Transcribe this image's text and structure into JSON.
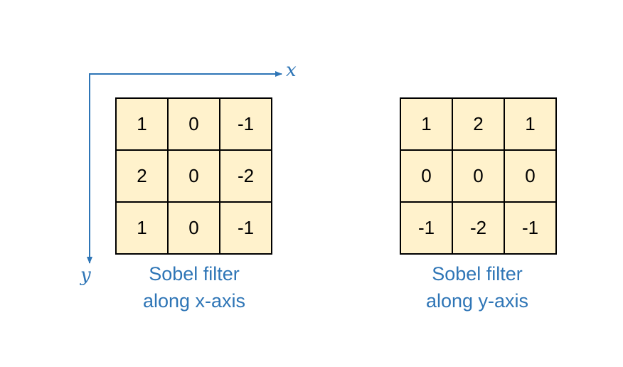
{
  "axes": {
    "x_label": "x",
    "y_label": "y",
    "color": "#2e75b6"
  },
  "filters": [
    {
      "caption_line1": "Sobel filter",
      "caption_line2": "along x-axis",
      "cells": [
        [
          "1",
          "0",
          "-1"
        ],
        [
          "2",
          "0",
          "-2"
        ],
        [
          "1",
          "0",
          "-1"
        ]
      ]
    },
    {
      "caption_line1": "Sobel filter",
      "caption_line2": "along y-axis",
      "cells": [
        [
          "1",
          "2",
          "1"
        ],
        [
          "0",
          "0",
          "0"
        ],
        [
          "-1",
          "-2",
          "-1"
        ]
      ]
    }
  ],
  "colors": {
    "cell_fill": "#fff2cc",
    "caption": "#2e75b6"
  }
}
